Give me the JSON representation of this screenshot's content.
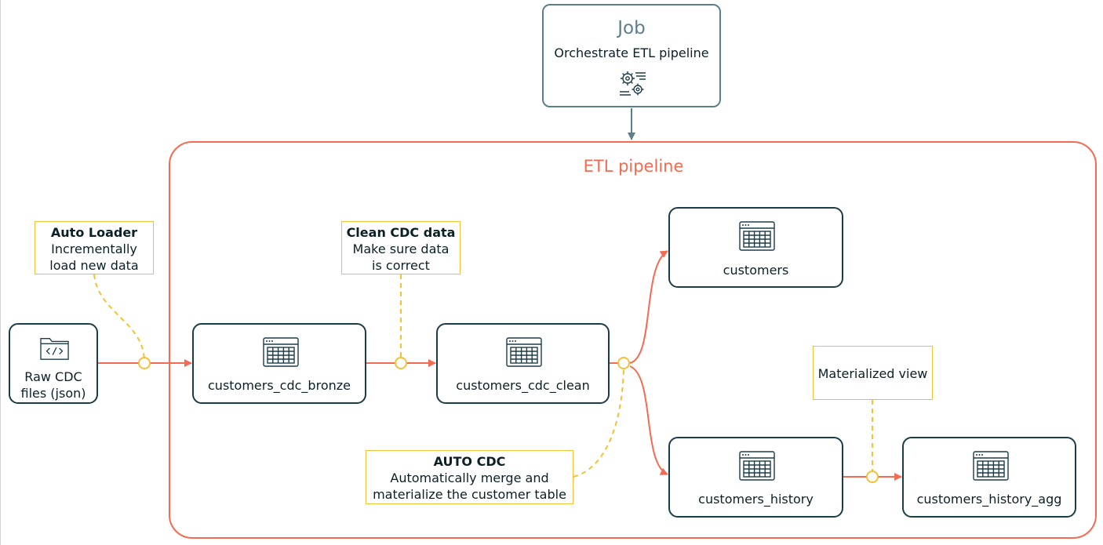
{
  "job": {
    "title": "Job",
    "subtitle": "Orchestrate ETL pipeline",
    "icon": "gears-icon"
  },
  "pipeline": {
    "title": "ETL pipeline"
  },
  "source": {
    "line1": "Raw CDC",
    "line2": "files (json)",
    "icon": "code-folder-icon"
  },
  "nodes": {
    "bronze": "customers_cdc_bronze",
    "clean": "customers_cdc_clean",
    "customers": "customers",
    "history": "customers_history",
    "history_agg": "customers_history_agg"
  },
  "annotations": {
    "auto_loader": {
      "title": "Auto Loader",
      "line1": "Incrementally",
      "line2": "load new data"
    },
    "clean_cdc": {
      "title": "Clean CDC data",
      "line1": "Make sure data",
      "line2": "is correct"
    },
    "auto_cdc": {
      "title": "AUTO CDC",
      "line1": "Automatically merge and",
      "line2": "materialize the customer table"
    },
    "materialized": {
      "text": "Materialized view"
    }
  },
  "colors": {
    "pipeline": "#f26b52",
    "node_border": "#1b3d48",
    "job_border": "#5c7f8d",
    "annotation": "#f4c036"
  }
}
